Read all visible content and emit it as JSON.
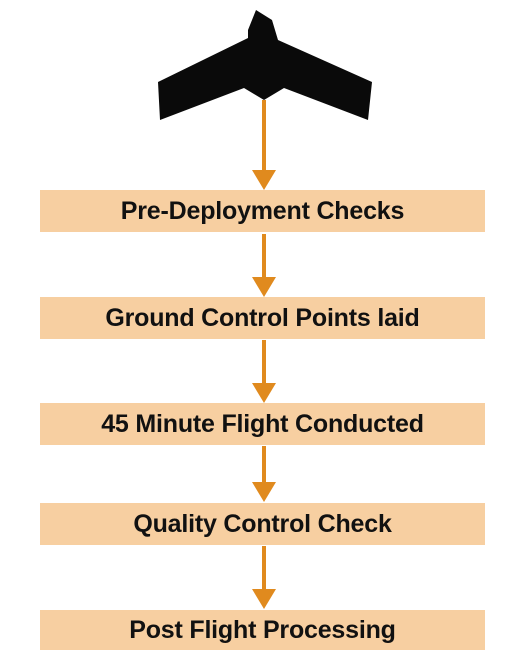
{
  "diagram": {
    "colors": {
      "drone": "#0a0a0a",
      "arrow": "#e08a1e",
      "box_fill": "#f7cfa1",
      "text": "#111111"
    },
    "top_icon": "fixed-wing-drone-icon",
    "steps": [
      {
        "label": "Pre-Deployment Checks"
      },
      {
        "label": "Ground Control Points laid"
      },
      {
        "label": "45 Minute Flight Conducted"
      },
      {
        "label": "Quality Control Check"
      },
      {
        "label": "Post Flight Processing"
      }
    ]
  }
}
